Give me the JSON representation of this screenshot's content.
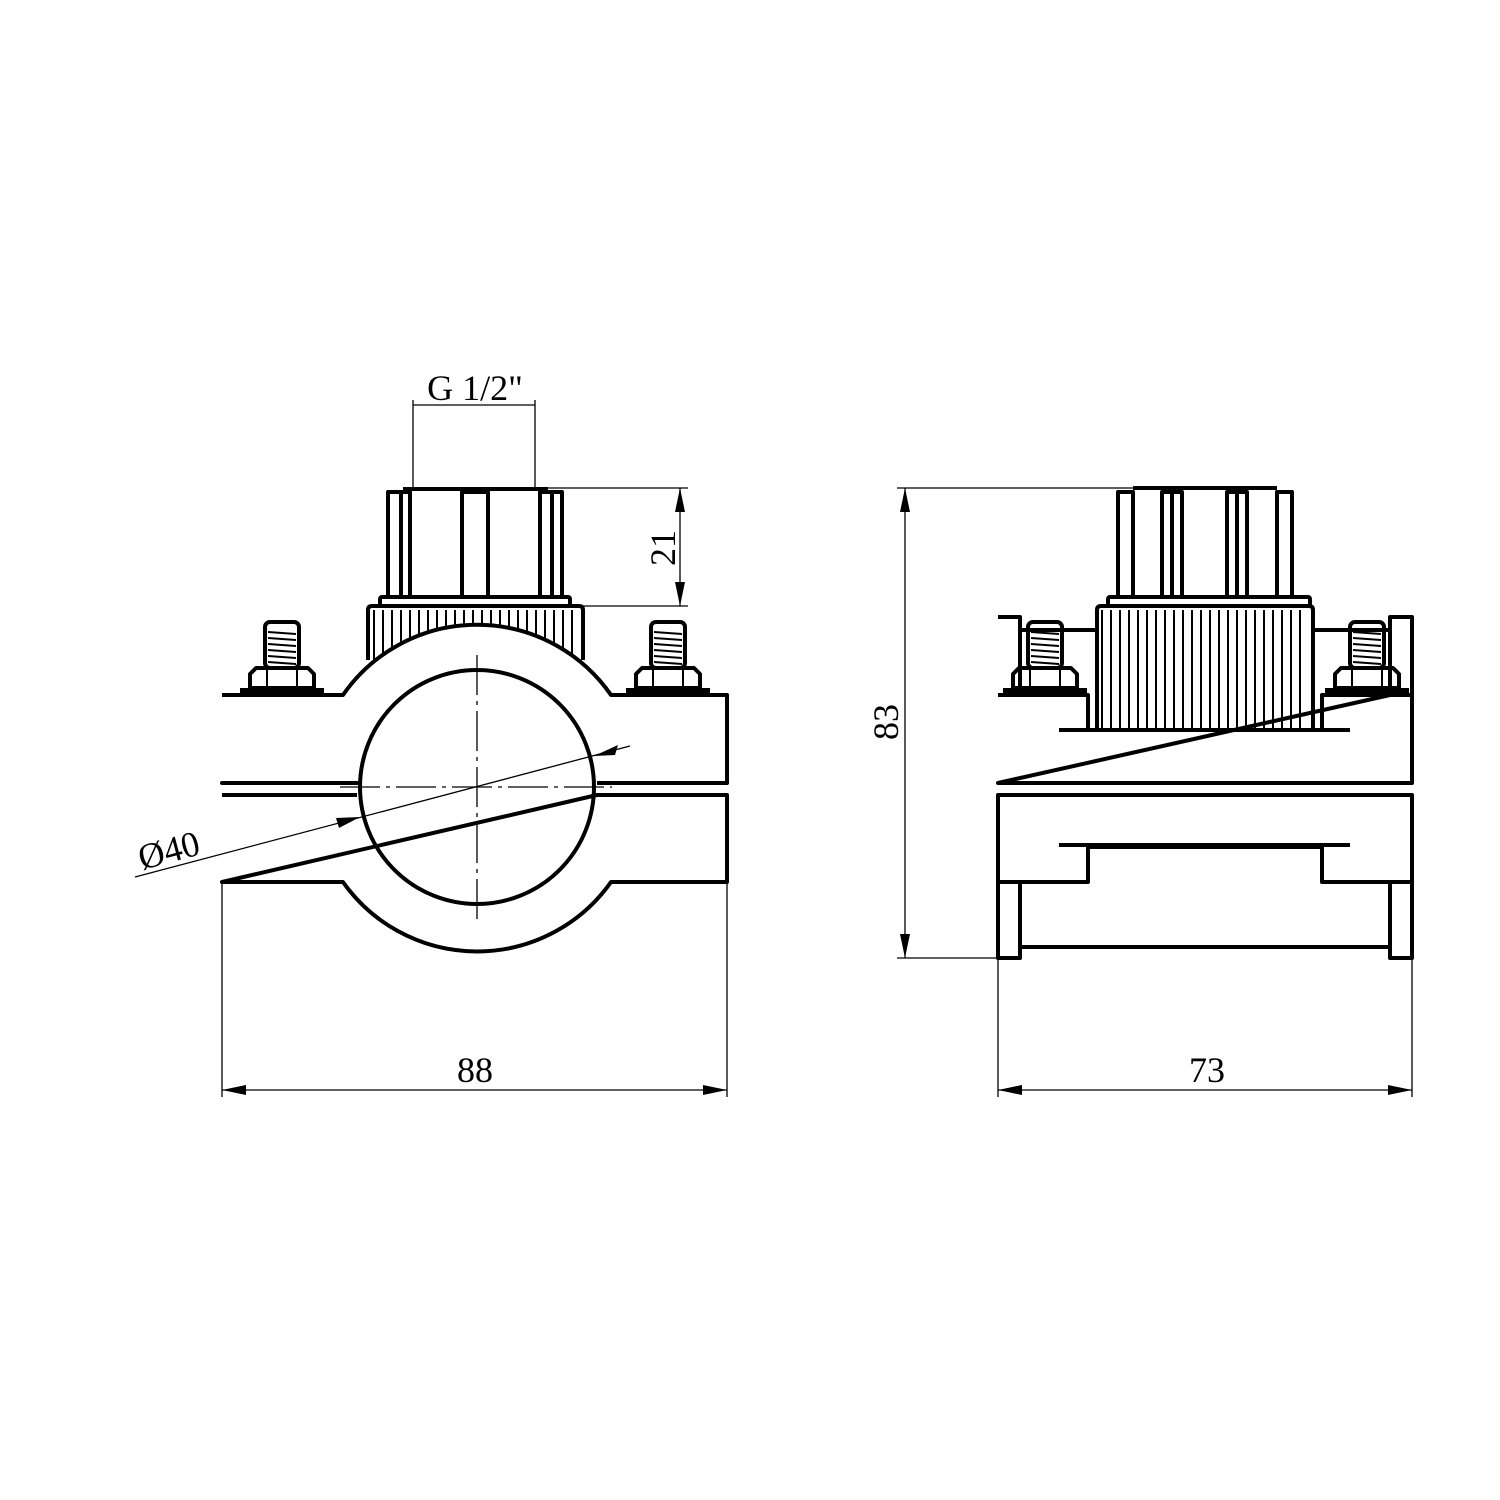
{
  "drawing": {
    "front_view": {
      "thread_label": "G 1/2\"",
      "height_label": "21",
      "diameter_label": "Ø40",
      "width_label": "88"
    },
    "side_view": {
      "height_label": "83",
      "width_label": "73"
    }
  }
}
